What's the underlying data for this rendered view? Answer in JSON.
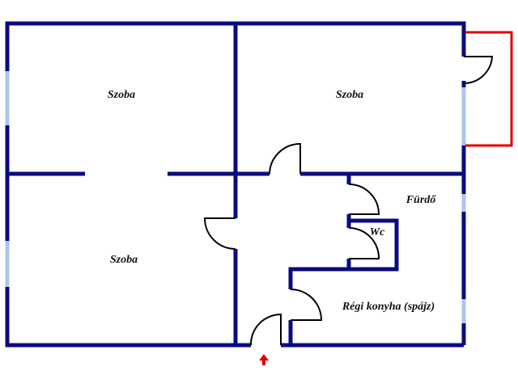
{
  "rooms": {
    "room_top_left": "Szoba",
    "room_top_right": "Szoba",
    "room_bottom_left": "Szoba",
    "bathroom": "Fürdő",
    "toilet": "Wc",
    "pantry": "Régi konyha (spájz)"
  },
  "colors": {
    "wall": "#0a0a80",
    "window": "#a9c8ea",
    "balcony": "#e00000",
    "entrance_arrow": "#e00000"
  },
  "icons": {
    "entrance": "arrow-up-icon"
  }
}
